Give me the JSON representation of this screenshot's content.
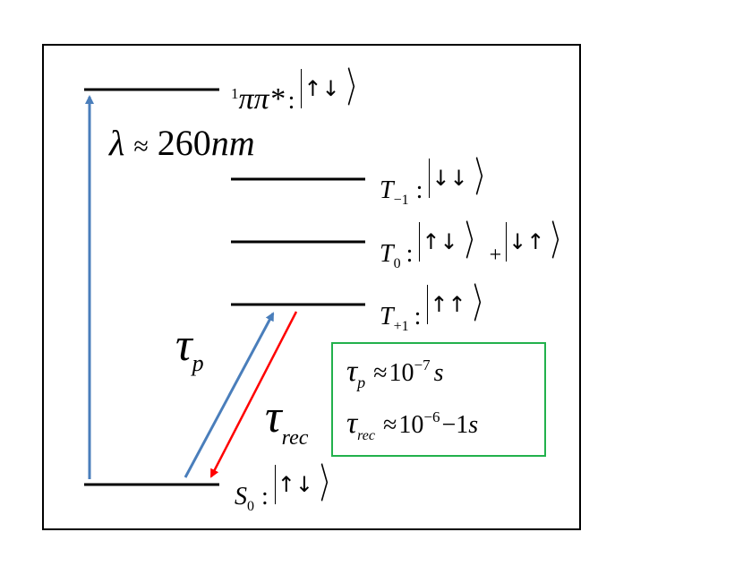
{
  "levels": {
    "pipi": {
      "pre": "1",
      "main": "ππ*",
      "sep": ":",
      "spins": "↑↓"
    },
    "t_minus": {
      "sym": "T",
      "sub": "−1",
      "sep": ":",
      "spins": "↓↓"
    },
    "t_zero": {
      "sym": "T",
      "sub": "0",
      "sep": ":",
      "spins_a": "↑↓",
      "plus": "+",
      "spins_b": "↓↑"
    },
    "t_plus": {
      "sym": "T",
      "sub": "+1",
      "sep": ":",
      "spins": "↑↑"
    },
    "s_zero": {
      "sym": "S",
      "sub": "0",
      "sep": ":",
      "spins": "↑↓"
    }
  },
  "excitation": {
    "lambda": "λ",
    "approx": "≈",
    "value": "260",
    "unit": "nm"
  },
  "arrows": {
    "tau_p": {
      "sym": "τ",
      "sub": "p"
    },
    "tau_rec": {
      "sym": "τ",
      "sub": "rec"
    }
  },
  "box": {
    "line1": {
      "sym": "τ",
      "sub": "p",
      "approx": "≈",
      "base": "10",
      "exp": "−7",
      "unit": "s"
    },
    "line2": {
      "sym": "τ",
      "sub": "rec",
      "approx": "≈",
      "base": "10",
      "exp": "−6",
      "rest": "−1",
      "unit": "s"
    }
  },
  "colors": {
    "up_arrow": "#4a7ebb",
    "down_arrow": "#ff0000",
    "box_border": "#22b14c",
    "frame": "#000000"
  }
}
